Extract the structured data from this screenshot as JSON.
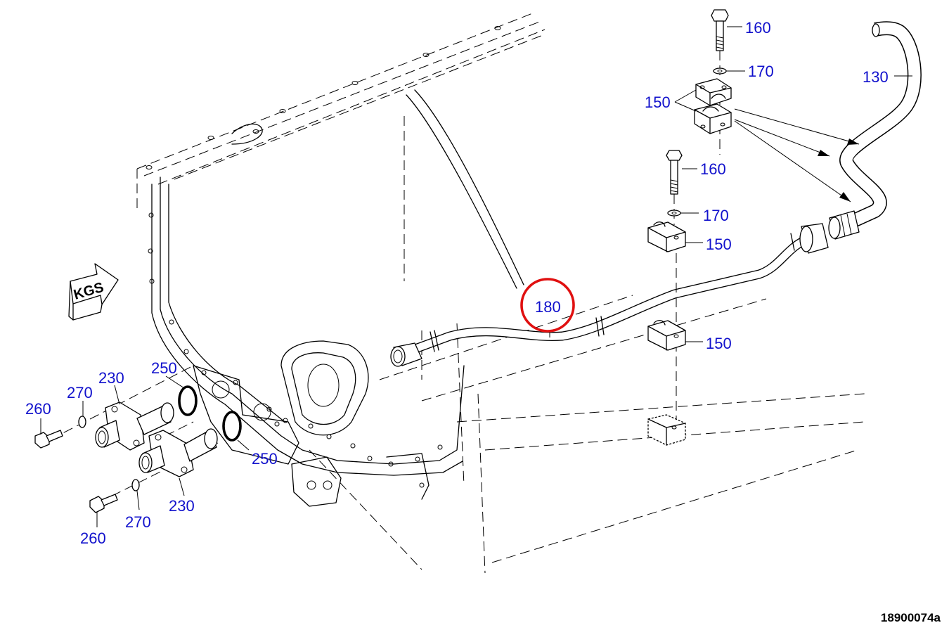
{
  "labels": {
    "hose": "130",
    "clamp_upper": "150",
    "clamp_mid": "150",
    "clamp_lower": "150",
    "bolt_upper": "160",
    "bolt_mid": "160",
    "washer_upper": "170",
    "washer_mid": "170",
    "pipe": "180",
    "flange_upper": "230",
    "flange_lower": "230",
    "oring_upper": "250",
    "oring_lower": "250",
    "screw_upper": "260",
    "screw_lower": "260",
    "washer_upper_small": "270",
    "washer_lower_small": "270"
  },
  "direction_arrow": "KGS",
  "drawing_number": "18900074a",
  "colors": {
    "label": "#1111cc",
    "highlight": "#e01010",
    "line": "#000000"
  },
  "highlighted_part": "180"
}
